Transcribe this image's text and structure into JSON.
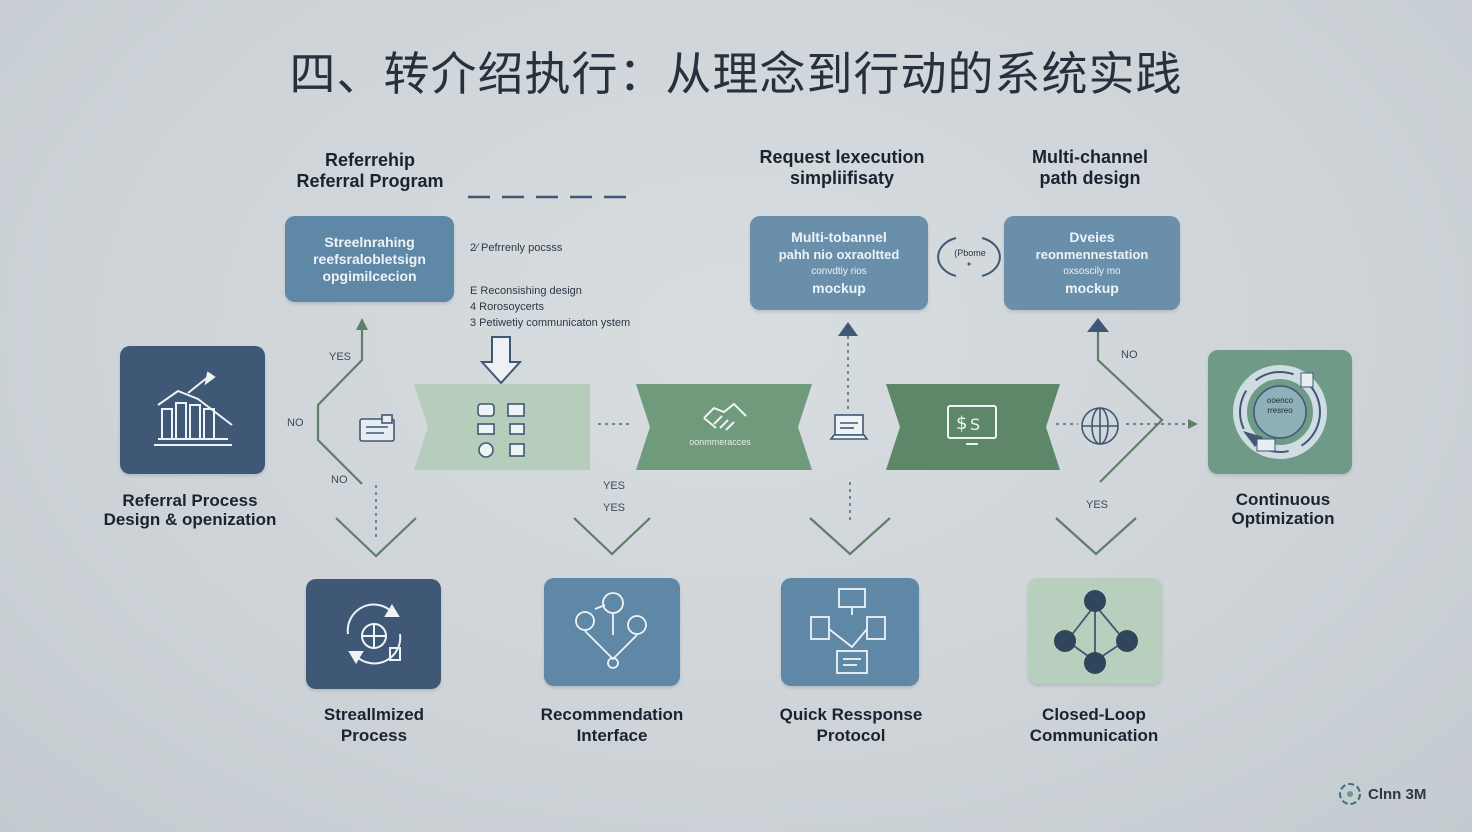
{
  "title": "四、转介绍执行：从理念到行动的系统实践",
  "top_labels": {
    "referral_program": [
      "Referrehip",
      "Referral Program"
    ],
    "request_execution": [
      "Request lexecution",
      "simpliifisaty"
    ],
    "multichannel": [
      "Multi-channel",
      "path design"
    ]
  },
  "top_boxes": {
    "streamlining": [
      "Streelnrahing",
      "reefsralobletsign",
      "opgimilcecion"
    ],
    "path_mockup": [
      "Multi-tobannel",
      "pahh nio oxraoltted",
      "convdtiy rios",
      "mockup"
    ],
    "device_mockup": [
      "Dveies",
      "reonmennestation",
      "oxsoscily mo",
      "mockup"
    ],
    "oval": "(Pbome"
  },
  "list": {
    "heading": "2⁄ Pefrrenly pocsss",
    "items": [
      "E  Reconsishing design",
      "4  Rorosoycerts",
      "3  Petiwetiy communicaton ystem"
    ]
  },
  "side_labels": {
    "left": [
      "Referral Process",
      "Design & openization"
    ],
    "right": [
      "Continuous",
      "Optimization"
    ]
  },
  "arrow_band": {
    "handshake_caption": "oonmmeracces"
  },
  "right_ring_text": [
    "ooenco",
    "rresreo"
  ],
  "decisions": {
    "yes_left": "YES",
    "no_left_top": "NO",
    "no_left_bottom": "NO",
    "yes_center_1": "YES",
    "yes_center_2": "YES",
    "no_right": "NO",
    "yes_right": "YES"
  },
  "bottom": [
    {
      "label": [
        "Streallmized",
        "Process"
      ]
    },
    {
      "label": [
        "Recommendation",
        "Interface"
      ]
    },
    {
      "label": [
        "Quick Ressponse",
        "Protocol"
      ]
    },
    {
      "label": [
        "Closed-Loop",
        "Communication"
      ]
    }
  ],
  "logo": "Clnn 3M",
  "colors": {
    "navy": "#3e5875",
    "steel_blue": "#5f87a6",
    "sage": "#a9c1ae",
    "green": "#6b9479",
    "line": "#5f7f68"
  }
}
